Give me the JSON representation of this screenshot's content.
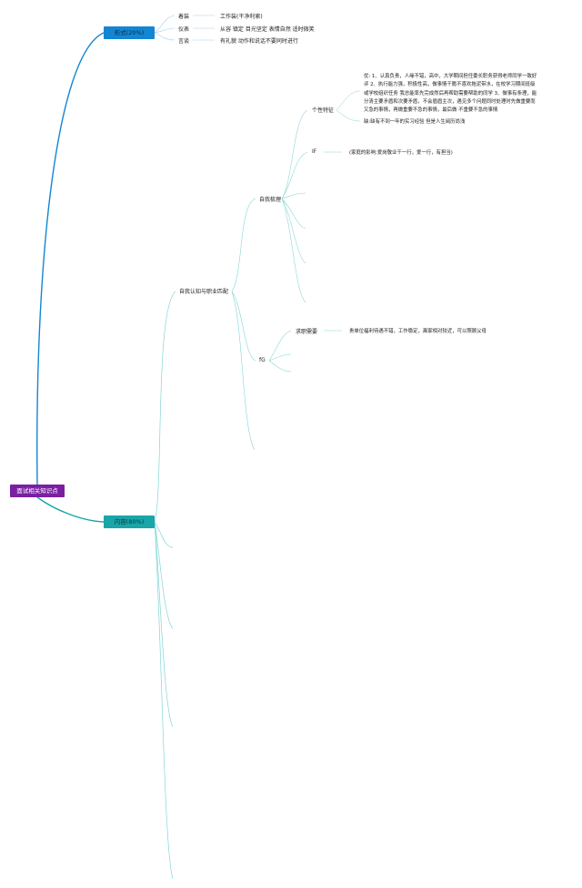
{
  "root": {
    "label": "面试相关知识点"
  },
  "form_branch": {
    "label": "形式(20%)",
    "color": "#1386d3",
    "items": [
      {
        "key": "着装",
        "value": "工作装(干净利索)"
      },
      {
        "key": "仪表",
        "value": "从容 镇定 目光坚定 表情自然 适时微笑"
      },
      {
        "key": "言谈",
        "value": "有礼貌 动作和说话不要同时进行"
      }
    ]
  },
  "content_branch": {
    "label": "内容(80%)",
    "color": "#1aa5a8",
    "self_match": {
      "label": "自我认知与职业匹配",
      "self_sort": {
        "label": "自我梳理",
        "personality": {
          "label": "个性特征",
          "strengths": [
            "优: 1、认真负责，人缘不错，高中，大学期间担任委长职务获得老师同学一致好",
            "评 2、执行能力强，积极性高，做事情干脆不喜欢拖泥带水，在校学习期间班级",
            "或学校组织任务 我总能率先完成然后再帮助需要帮助的同学 3、做事有条理，能",
            "分清主要矛盾和次要矛盾，不会眉眉主次，遇见多个问题同时处理时先做重要而",
            "又急的事情，再做重要不急的事情，最后做 不重要不急的事情"
          ],
          "weakness": "缺:缺有不到一年的实习经验 但是人生阅历尚浅"
        },
        "if_label": "IF",
        "if_text": "(家庭的影响:爱岗敬业干一行，爱一行，有担当)"
      },
      "fg": {
        "label": "fG",
        "job_needs": {
          "label": "求职需要",
          "text": "贵单位福利待遇不错，工作稳定，离家相对较近，可以照顾父母"
        }
      }
    }
  }
}
